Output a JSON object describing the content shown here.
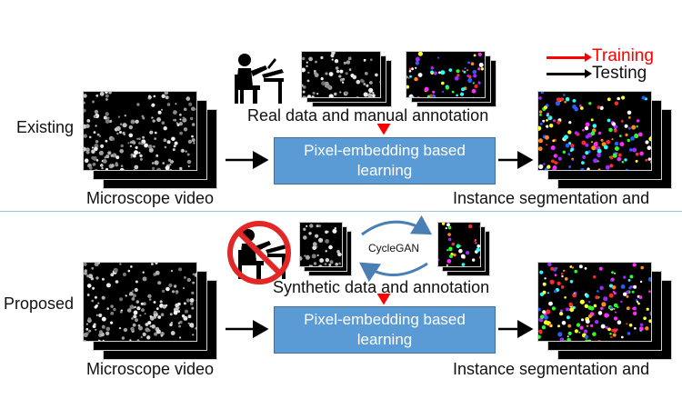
{
  "legend": {
    "training": "Training",
    "testing": "Testing",
    "training_color": "#ff0000",
    "testing_color": "#000000"
  },
  "existing": {
    "row_label": "Existing",
    "input_label": "Microscope video",
    "annotation_label": "Real data and manual annotation",
    "process_line1": "Pixel-embedding based",
    "process_line2": "learning",
    "output_label": "Instance segmentation and",
    "annotator_icon": "person-at-desk-icon"
  },
  "proposed": {
    "row_label": "Proposed",
    "input_label": "Microscope video",
    "annotation_label": "Synthetic data and annotation",
    "translator_label": "CycleGAN",
    "process_line1": "Pixel-embedding based",
    "process_line2": "learning",
    "output_label": "Instance segmentation and",
    "annotator_icon": "no-annotator-icon"
  },
  "colors": {
    "process_fill": "#5b9bd5",
    "process_border": "#41719c",
    "divider": "#9dc3e6",
    "cycle_arrow": "#4a7fb5",
    "prohibit": "#e32626"
  }
}
